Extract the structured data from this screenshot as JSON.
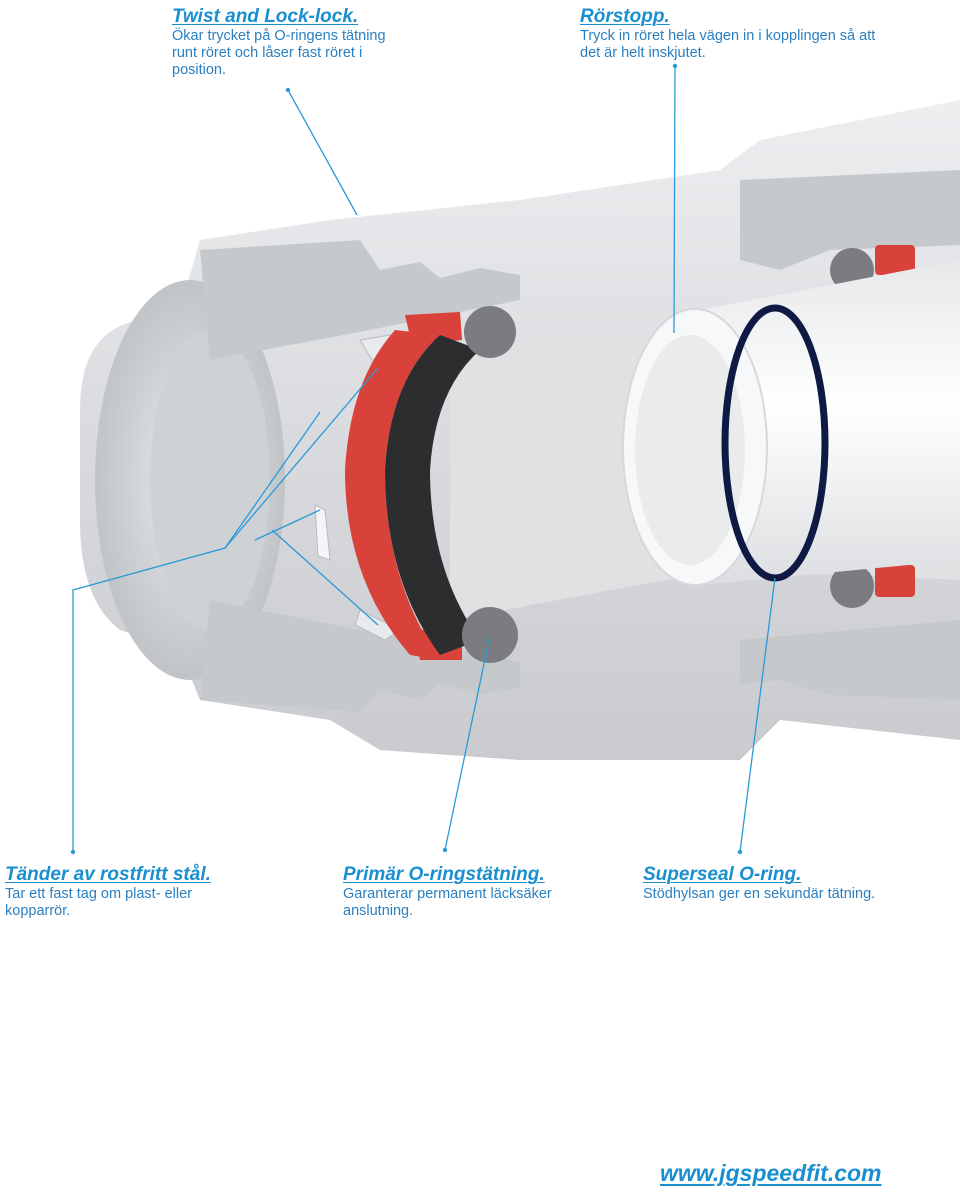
{
  "callouts": {
    "twist_lock": {
      "title": "Twist and Lock-lock.",
      "body": "Ökar trycket på O-ringens tätning runt röret och låser fast röret i position."
    },
    "pipe_stop": {
      "title": "Rörstopp.",
      "body": "Tryck in röret hela vägen in i kopplingen så att det är helt inskjutet."
    },
    "teeth": {
      "title": "Tänder av rostfritt stål.",
      "body": "Tar ett fast tag om plast- eller kopparrör."
    },
    "primary_oring": {
      "title": "Primär O-ringstätning.",
      "body": "Garanterar permanent läcksäker anslutning."
    },
    "superseal": {
      "title": "Superseal O-ring.",
      "body": "Stödhylsan ger en sekundär tätning."
    }
  },
  "footer": {
    "website": "www.jgspeedfit.com"
  },
  "colors": {
    "accent_blue": "#1a8fd0",
    "leader_line": "#2a9ad8",
    "body_grey": "#d4d6d9",
    "collet_red": "#d8423a",
    "oring_grey": "#7a7c7f",
    "pipe_white": "#f4f5f6",
    "superseal_navy": "#0f1a44"
  }
}
